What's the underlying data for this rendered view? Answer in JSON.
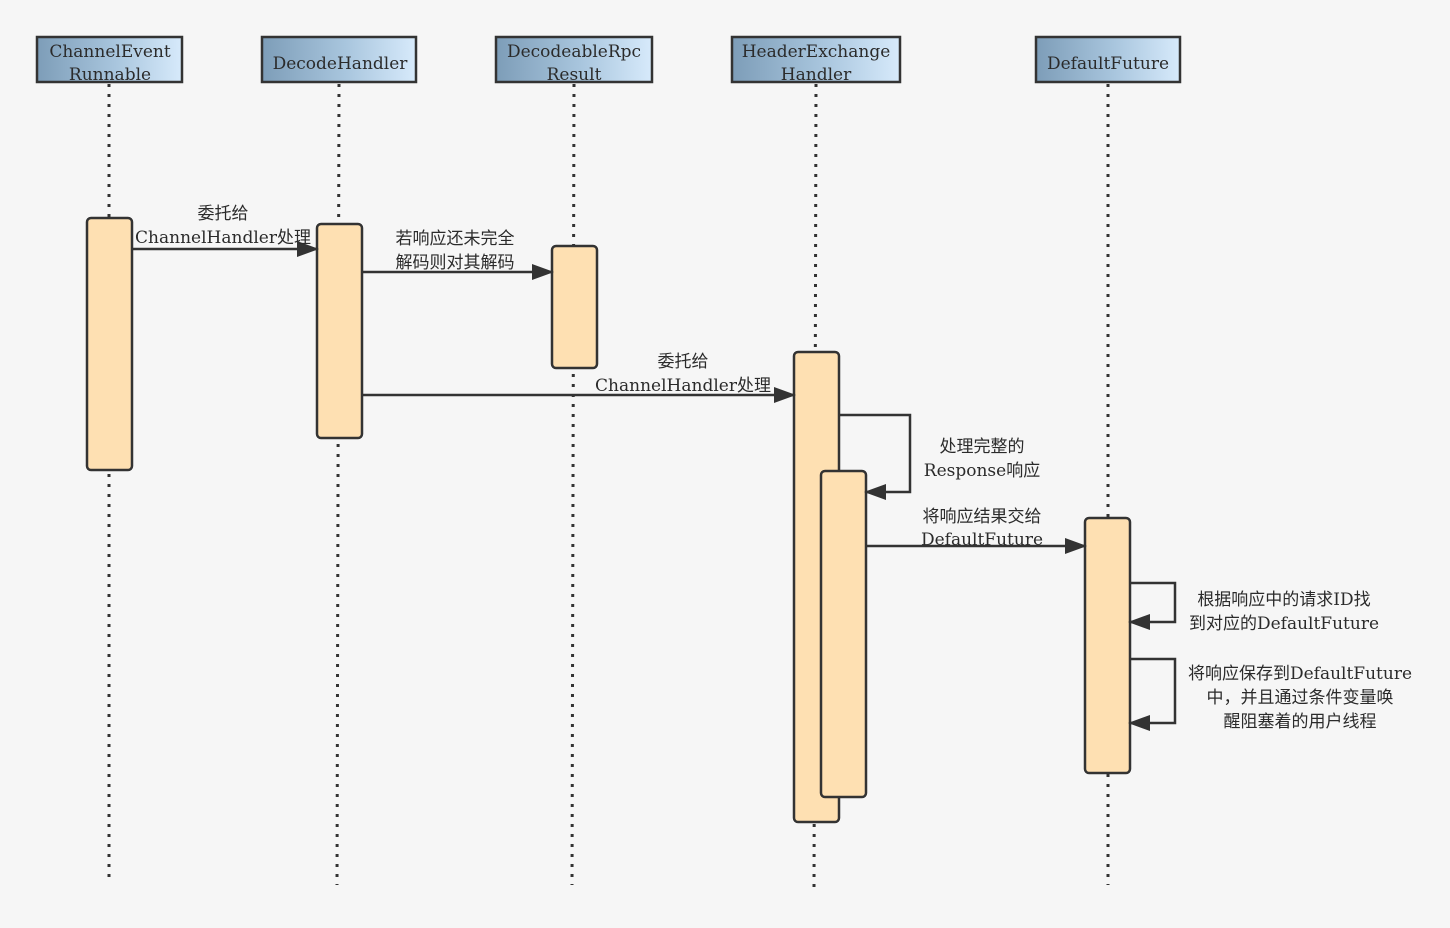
{
  "lifelines": [
    {
      "id": "cer",
      "label_lines": [
        "ChannelEvent",
        "Runnable"
      ]
    },
    {
      "id": "dh",
      "label_lines": [
        "DecodeHandler"
      ]
    },
    {
      "id": "drr",
      "label_lines": [
        "DecodeableRpc",
        "Result"
      ]
    },
    {
      "id": "heh",
      "label_lines": [
        "HeaderExchange",
        "Handler"
      ]
    },
    {
      "id": "df",
      "label_lines": [
        "DefaultFuture"
      ]
    }
  ],
  "messages": [
    {
      "id": "m1",
      "label_lines": [
        "委托给",
        "ChannelHandler处理"
      ]
    },
    {
      "id": "m2",
      "label_lines": [
        "若响应还未完全",
        "解码则对其解码"
      ]
    },
    {
      "id": "m3",
      "label_lines": [
        "委托给",
        "ChannelHandler处理"
      ]
    },
    {
      "id": "m4",
      "label_lines": [
        "处理完整的",
        "Response响应"
      ]
    },
    {
      "id": "m5",
      "label_lines": [
        "将响应结果交给",
        "DefaultFuture"
      ]
    },
    {
      "id": "m6",
      "label_lines": [
        "根据响应中的请求ID找",
        "到对应的DefaultFuture"
      ]
    },
    {
      "id": "m7",
      "label_lines": [
        "将响应保存到DefaultFuture",
        "中，并且通过条件变量唤",
        "醒阻塞着的用户线程"
      ]
    }
  ],
  "colors": {
    "header_top": "#cfe3f6",
    "header_bottom": "#7a9cb8",
    "activation_fill": "#fee0b2",
    "line": "#333333",
    "background": "#f6f6f6"
  }
}
